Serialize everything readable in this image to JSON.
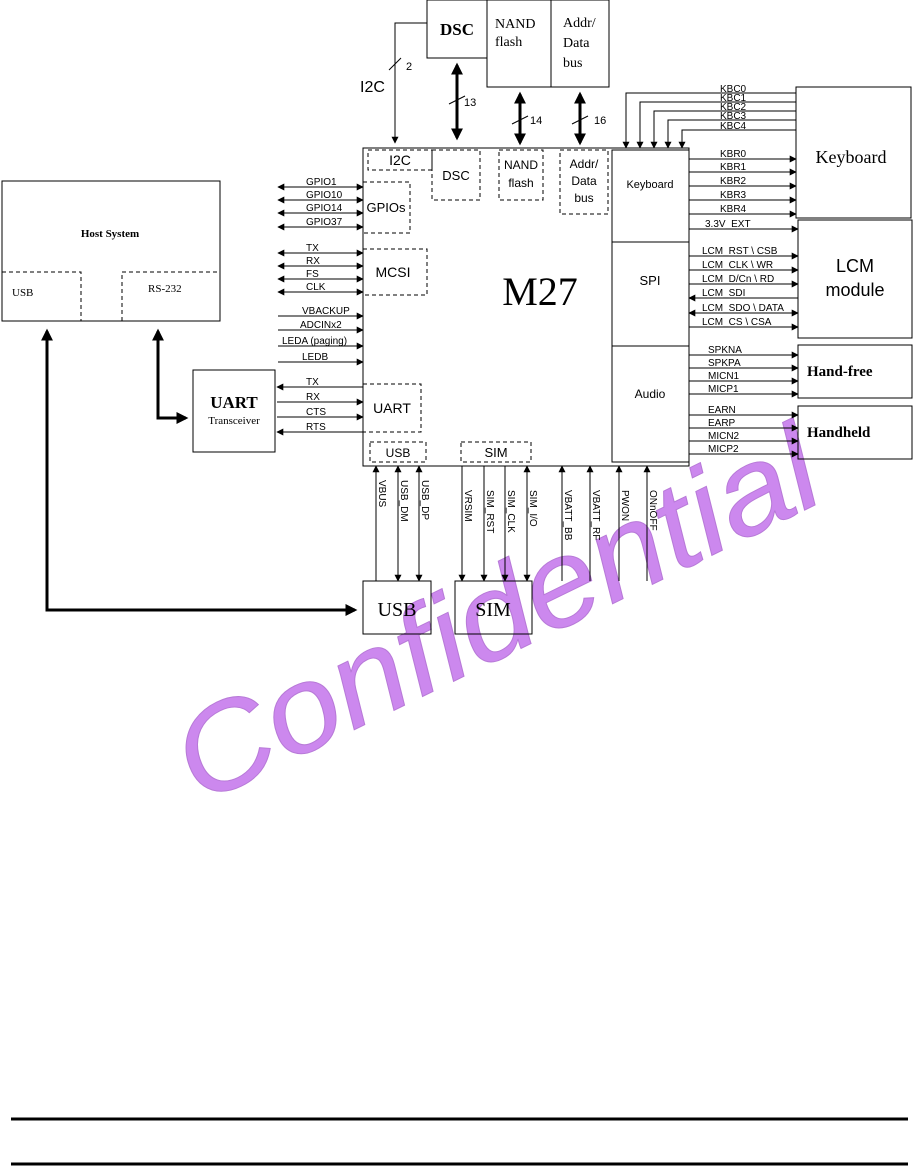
{
  "diagram": {
    "top": {
      "dsc_box": "DSC",
      "nand_box": [
        "NAND",
        "flash"
      ],
      "addr_box": [
        "Addr/",
        "Data",
        "bus"
      ],
      "i2c_label": "I2C",
      "i2c_width": "2",
      "dsc_width": "13",
      "nand_width": "14",
      "addr_width": "16"
    },
    "chip": {
      "name": "M27",
      "blocks": {
        "i2c": "I2C",
        "dsc": "DSC",
        "nand": [
          "NAND",
          "flash"
        ],
        "addr": [
          "Addr/",
          "Data",
          "bus"
        ],
        "gpios": "GPIOs",
        "mcsi": "MCSI",
        "uart": "UART",
        "usb": "USB",
        "sim": "SIM",
        "keyboard": "Keyboard",
        "spi": "SPI",
        "audio": "Audio"
      }
    },
    "left_signals": {
      "gpio": [
        "GPIO1",
        "GPIO10",
        "GPIO14",
        "GPIO37"
      ],
      "mcsi": [
        "TX",
        "RX",
        "FS",
        "CLK"
      ],
      "misc": [
        "VBACKUP",
        "ADCINx2",
        "LEDA (paging)",
        "LEDB"
      ],
      "uart": [
        "TX",
        "RX",
        "CTS",
        "RTS"
      ]
    },
    "host": {
      "title": "Host System",
      "usb": "USB",
      "rs232": "RS-232"
    },
    "uart_transceiver": {
      "title": "UART",
      "subtitle": "Transceiver"
    },
    "bottom_signals": {
      "usb": [
        "VBUS",
        "USB_DM",
        "USB_DP"
      ],
      "sim": [
        "VRSIM",
        "SIM_RST",
        "SIM_CLK",
        "SIM_I/O"
      ],
      "power": [
        "VBATT_BB",
        "VBATT_RF",
        "PWON",
        "ONnOFF"
      ]
    },
    "bottom_boxes": {
      "usb": "USB",
      "sim": "SIM"
    },
    "right_signals": {
      "kbc": [
        "KBC0",
        "KBC1",
        "KBC2",
        "KBC3",
        "KBC4"
      ],
      "kbr": [
        "KBR0",
        "KBR1",
        "KBR2",
        "KBR3",
        "KBR4"
      ],
      "ext": "3.3V_EXT",
      "lcm": [
        "LCM_RST \\ CSB",
        "LCM_CLK \\ WR",
        "LCM_D/Cn \\ RD",
        "LCM_SDI",
        "LCM_SDO \\ DATA",
        "LCM_CS \\ CSA"
      ],
      "handfree": [
        "SPKNA",
        "SPKPA",
        "MICN1",
        "MICP1"
      ],
      "handheld": [
        "EARN",
        "EARP",
        "MICN2",
        "MICP2"
      ]
    },
    "right_boxes": {
      "keyboard": "Keyboard",
      "lcm": [
        "LCM",
        "module"
      ],
      "handfree": "Hand-free",
      "handheld": "Handheld"
    },
    "watermark": "Confidential",
    "colors": {
      "watermark": "#cc88ee",
      "line": "#000000"
    }
  }
}
